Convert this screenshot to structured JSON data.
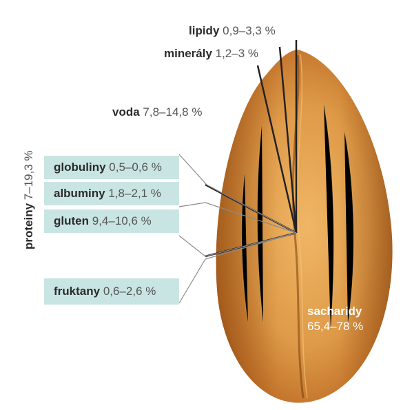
{
  "labels": {
    "lipidy": {
      "name": "lipidy",
      "value": "0,9–3,3 %"
    },
    "mineraly": {
      "name": "minerály",
      "value": "1,2–3 %"
    },
    "voda": {
      "name": "voda",
      "value": "7,8–14,8 %"
    },
    "proteiny": {
      "name": "proteiny",
      "value": "7–19,3 %"
    },
    "globuliny": {
      "name": "globuliny",
      "value": "0,5–0,6 %"
    },
    "albuminy": {
      "name": "albuminy",
      "value": "1,8–2,1 %"
    },
    "gluten": {
      "name": "gluten",
      "value": "9,4–10,6 %"
    },
    "fruktany": {
      "name": "fruktany",
      "value": "0,6–2,6 %"
    },
    "sacharidy": {
      "name": "sacharidy",
      "value": "65,4–78 %"
    }
  },
  "colors": {
    "box_fill": "#c8e5e3",
    "grain_light": "#e9a85a",
    "grain_dark": "#b8621e",
    "leader_dark": "#222222",
    "leader_gray": "#888888"
  }
}
